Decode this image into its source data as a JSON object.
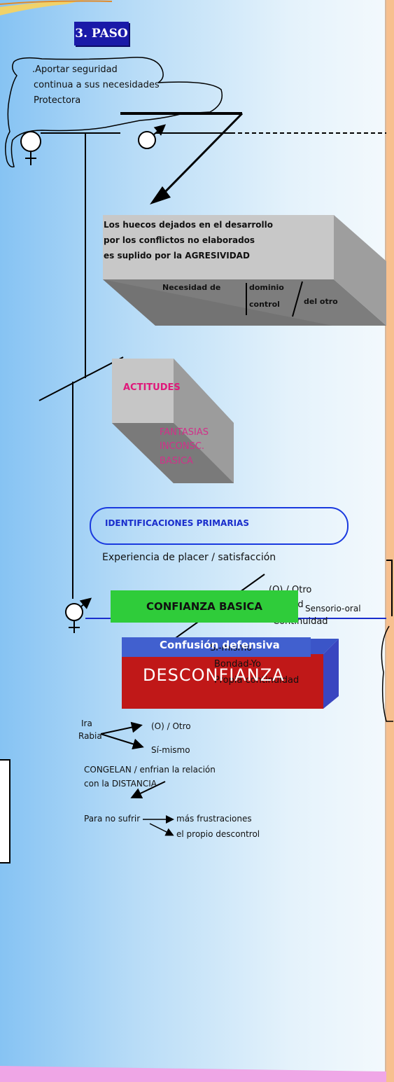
{
  "step": {
    "label": "3. PASO"
  },
  "protector": {
    "line1": ".Aportar seguridad",
    "line2": "continua a sus necesidades",
    "line3": "Protectora"
  },
  "agresividad_box": {
    "line1": "Los huecos dejados en el desarrollo",
    "line2": "por los conflictos  no  elaborados",
    "line3": "es suplido por la AGRESIVIDAD",
    "necesidad": "Necesidad de",
    "dominio": "dominio",
    "control": "control",
    "del_otro": "del otro"
  },
  "actitudes": {
    "title": "ACTITUDES",
    "line1": "FANTASIAS",
    "line2": "INCONSC.",
    "line3": "BASICA"
  },
  "identificaciones": {
    "title": "IDENTIFICACIONES PRIMARIAS",
    "experiencia": "Experiencia de placer / satisfacción",
    "otro1": "(O) / Otro",
    "otro2": "Bondad",
    "otro3": "Continuidad",
    "si1": "Si-mismo",
    "si2": "Bondad-Yo",
    "si3": "Propia continuidad"
  },
  "confianza": {
    "label": "CONFIANZA BASICA",
    "sensorio": "Sensorio-oral"
  },
  "desconfianza": {
    "top": "Confusión defensiva",
    "main": "DESCONFIANZA"
  },
  "ira": {
    "ira": "Ira",
    "rabia": "Rabia",
    "otro": "(O) / Otro",
    "si": "Sí-mismo"
  },
  "congelan": {
    "line1": "CONGELAN / enfrian la relación",
    "line2": "con la DISTANCIA",
    "para": "Para no sufrir",
    "mas": "más frustraciones",
    "propio": "el propio descontrol"
  },
  "colors": {
    "paso_bg": "#1a1aa8",
    "actitudes_title": "#e0187a",
    "pill_border": "#1a3adf",
    "confianza_bg": "#2fcc3a",
    "desconfianza_bg": "#c01818",
    "desconfianza_top": "#3b55c8"
  }
}
